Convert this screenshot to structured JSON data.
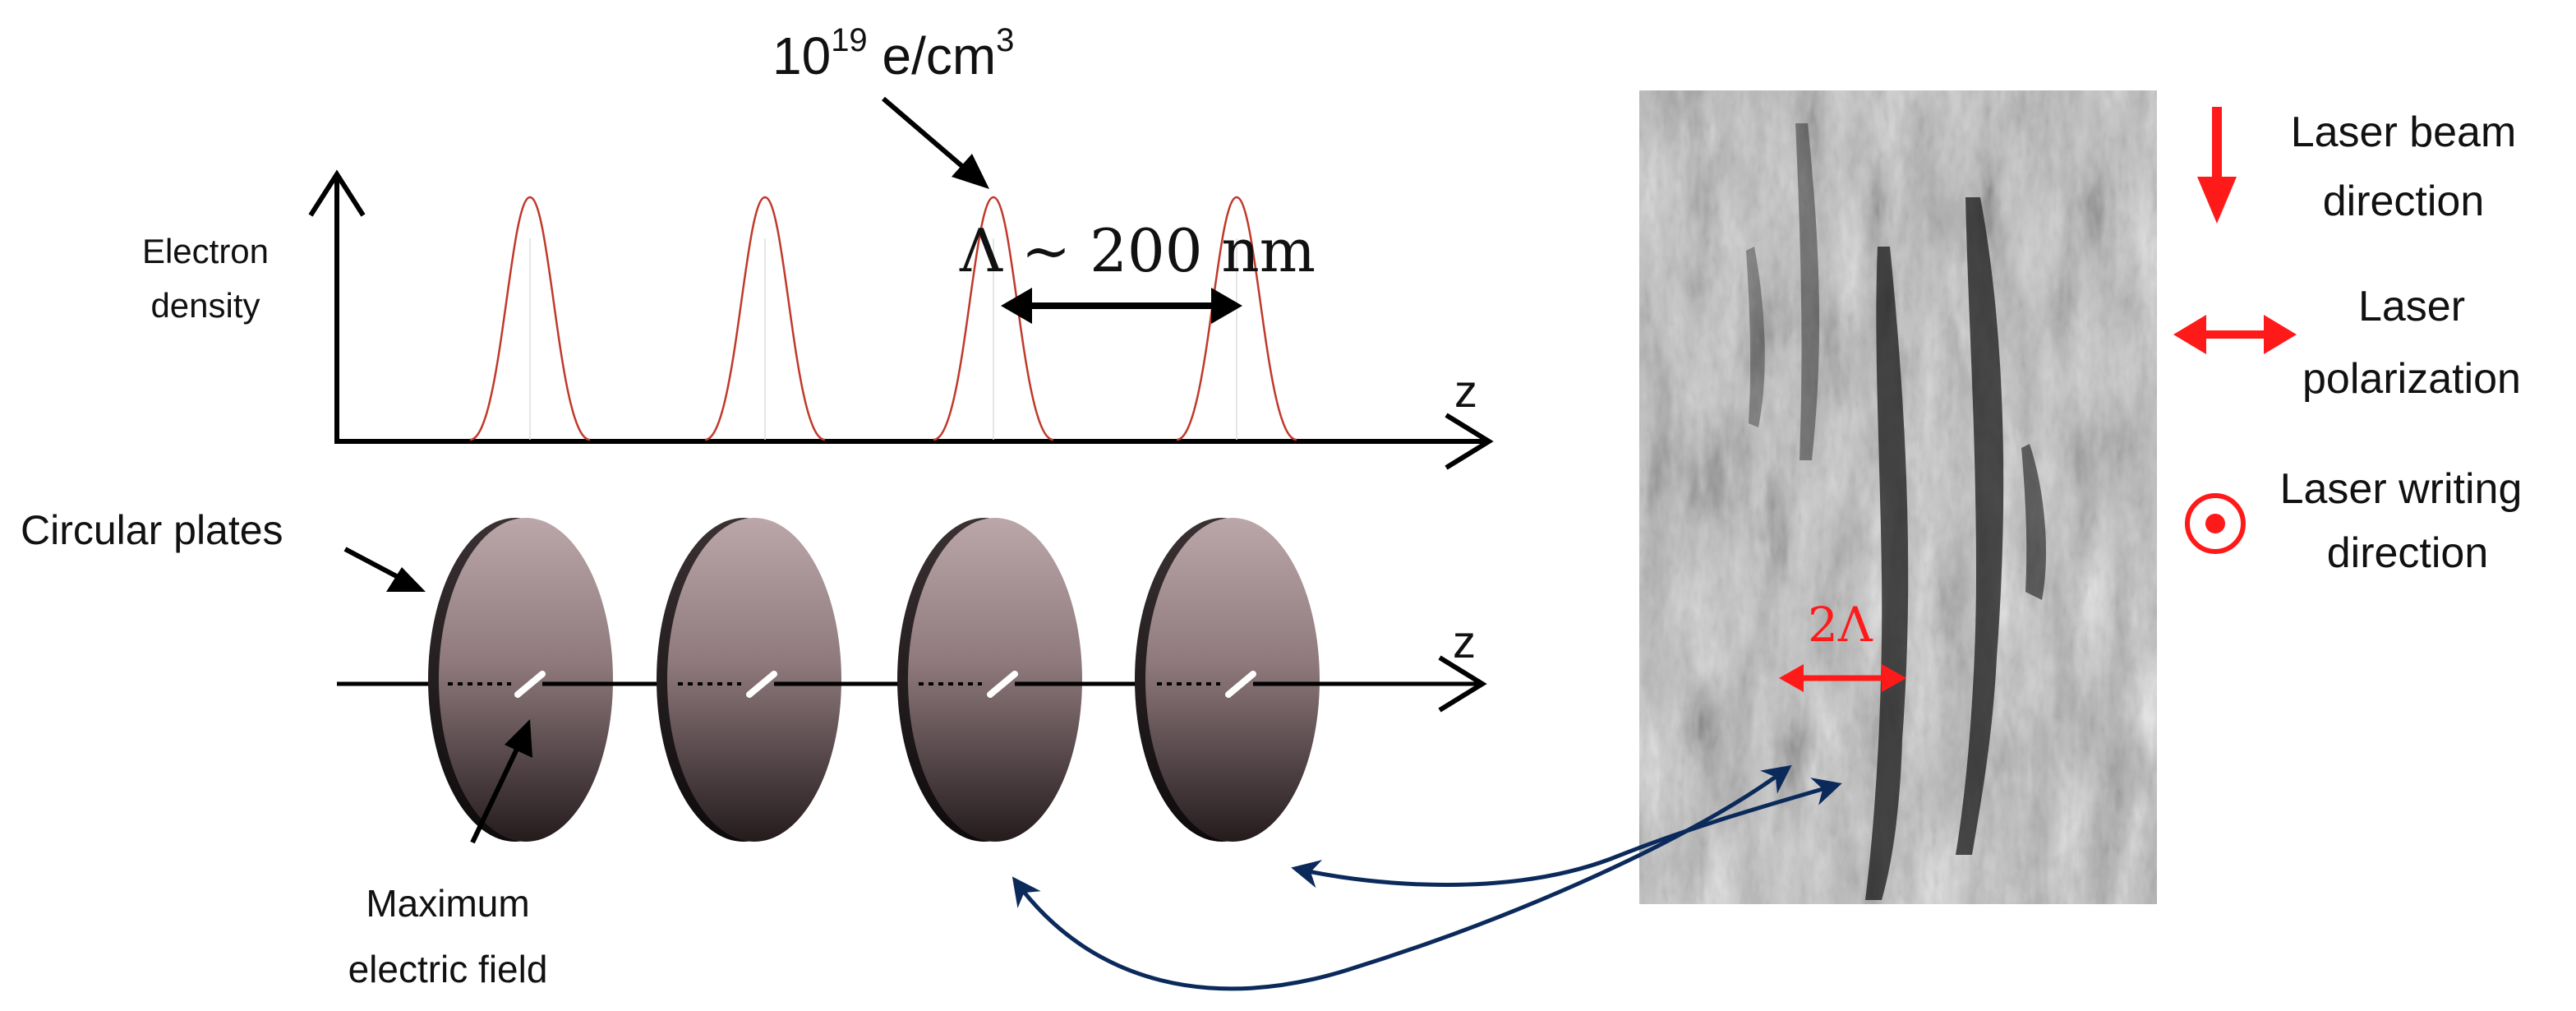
{
  "labels": {
    "density_top": "10",
    "density_exp": "19",
    "density_unit": " e/cm",
    "density_unit_exp": "3",
    "lambda_label": "Λ ~ 200 nm",
    "y_axis_line1": "Electron",
    "y_axis_line2": "density",
    "z_axis_top": "z",
    "z_axis_bottom": "z",
    "plates_label": "Circular plates",
    "field_line1": "Maximum",
    "field_line2": "electric field",
    "two_lambda": "2Λ"
  },
  "legend": {
    "beam_line1": "Laser beam",
    "beam_line2": "direction",
    "pol_line1": "Laser",
    "pol_line2": "polarization",
    "writing_line1": "Laser writing",
    "writing_line2": "direction"
  },
  "colors": {
    "peak": "#c0392b",
    "plate_top": "#b9a3a5",
    "plate_bottom": "#2a1f21",
    "navy_arrow": "#0b2a5b",
    "red": "#ff1a1a"
  }
}
